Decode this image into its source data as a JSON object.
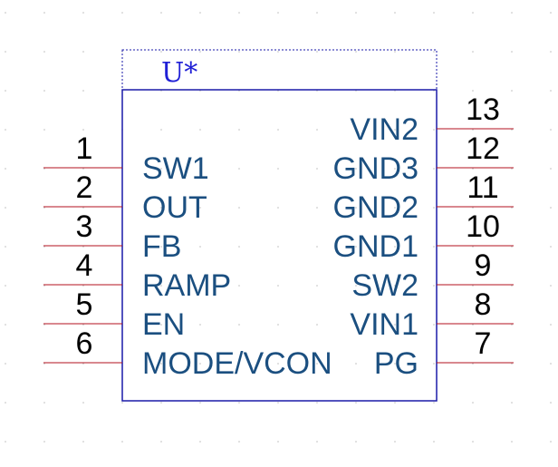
{
  "component": {
    "designator": "U*",
    "body_color": "#1a1aa8",
    "pin_color": "#b3121f",
    "label_color": "#1b4f80",
    "designator_color": "#1f1fd6",
    "grid_dot_color": "#bdbdbd"
  },
  "pins_left": [
    {
      "number": "1",
      "label": "SW1"
    },
    {
      "number": "2",
      "label": "OUT"
    },
    {
      "number": "3",
      "label": "FB"
    },
    {
      "number": "4",
      "label": "RAMP"
    },
    {
      "number": "5",
      "label": "EN"
    },
    {
      "number": "6",
      "label": "MODE/VCON"
    }
  ],
  "pins_right": [
    {
      "number": "13",
      "label": "VIN2"
    },
    {
      "number": "12",
      "label": "GND3"
    },
    {
      "number": "11",
      "label": "GND2"
    },
    {
      "number": "10",
      "label": "GND1"
    },
    {
      "number": "9",
      "label": "SW2"
    },
    {
      "number": "8",
      "label": "VIN1"
    },
    {
      "number": "7",
      "label": "PG"
    }
  ]
}
